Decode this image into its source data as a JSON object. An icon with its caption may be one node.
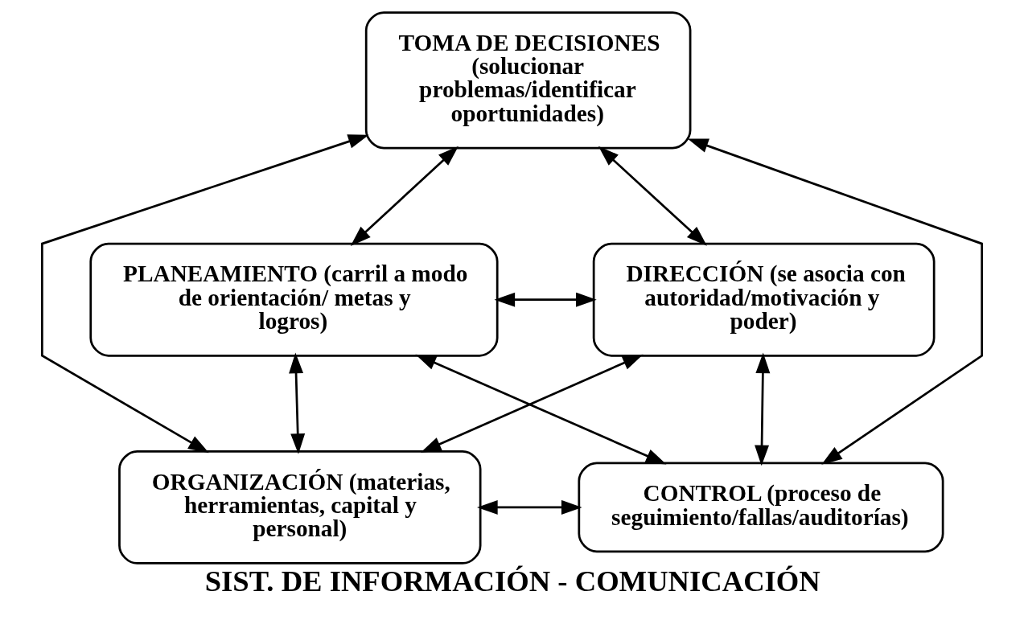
{
  "diagram": {
    "caption": "SIST. DE INFORMACIÓN - COMUNICACIÓN",
    "nodes": [
      {
        "text": [
          "TOMA DE DECISIONES",
          "(solucionar problemas/identificar oportunidades)"
        ]
      },
      {
        "text": [
          "PLANEAMIENTO (carril a modo de orientación/ metas y logros)"
        ]
      },
      {
        "text": [
          "DIRECCIÓN (se asocia con autoridad/motivación y poder)"
        ]
      },
      {
        "text": [
          "ORGANIZACIÓN (materias, herramientas, capital y personal)"
        ]
      },
      {
        "text": [
          "CONTROL (proceso de seguimiento/fallas/auditorías)"
        ]
      }
    ],
    "edges": [
      {
        "from": 0,
        "to": 1,
        "arrow": "both"
      },
      {
        "from": 0,
        "to": 2,
        "arrow": "both"
      },
      {
        "from": 1,
        "to": 2,
        "arrow": "both"
      },
      {
        "from": 1,
        "to": 4,
        "arrow": "both"
      },
      {
        "from": 3,
        "to": 2,
        "arrow": "both"
      },
      {
        "from": 0,
        "to": 3,
        "arrow": "both"
      },
      {
        "from": 0,
        "to": 4,
        "arrow": "both"
      },
      {
        "from": 1,
        "to": 3,
        "arrow": "both"
      },
      {
        "from": 2,
        "to": 4,
        "arrow": "both"
      },
      {
        "from": 3,
        "to": 4,
        "arrow": "both"
      }
    ]
  }
}
